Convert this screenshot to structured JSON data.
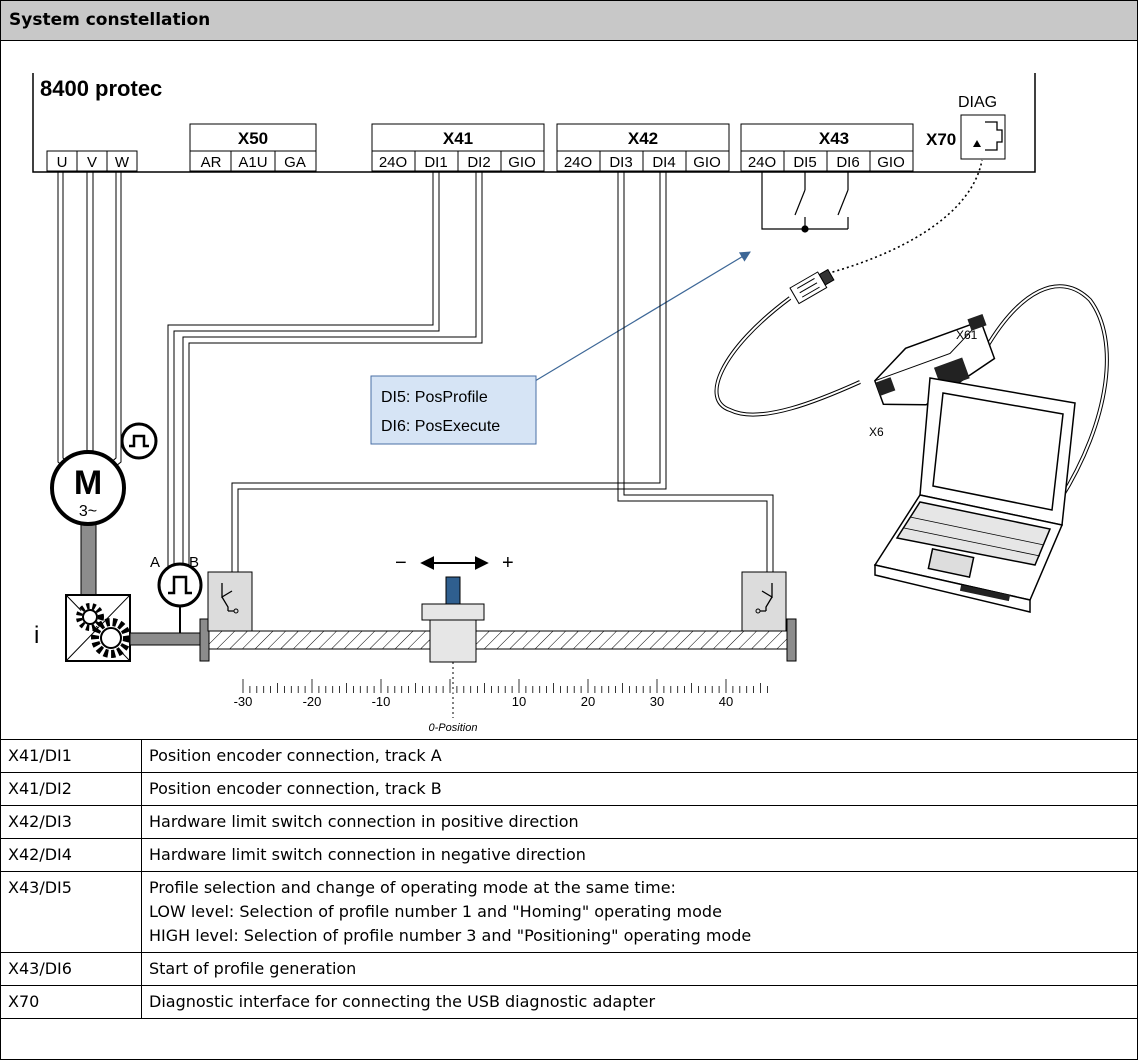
{
  "header": {
    "title": "System constellation"
  },
  "device": {
    "name": "8400 protec"
  },
  "terminals": {
    "motor": {
      "pins": [
        "U",
        "V",
        "W"
      ]
    },
    "x50": {
      "label": "X50",
      "pins": [
        "AR",
        "A1U",
        "GA"
      ]
    },
    "x41": {
      "label": "X41",
      "pins": [
        "24O",
        "DI1",
        "DI2",
        "GIO"
      ]
    },
    "x42": {
      "label": "X42",
      "pins": [
        "24O",
        "DI3",
        "DI4",
        "GIO"
      ]
    },
    "x43": {
      "label": "X43",
      "pins": [
        "24O",
        "DI5",
        "DI6",
        "GIO"
      ]
    },
    "x70": {
      "label": "X70",
      "diag": "DIAG"
    }
  },
  "callout": {
    "line1": "DI5: PosProfile",
    "line2": "DI6: PosExecute"
  },
  "adapter": {
    "x61": "X61",
    "x6": "X6"
  },
  "motor": {
    "symbol": "M",
    "phase": "3~"
  },
  "gear": {
    "label": "i"
  },
  "encoder": {
    "track_a": "A",
    "track_b": "B"
  },
  "direction": {
    "minus": "−",
    "plus": "+"
  },
  "scale": {
    "ticks": [
      "-30",
      "-20",
      "-10",
      "10",
      "20",
      "30",
      "40"
    ],
    "zero_label": "0-Position"
  },
  "table": [
    {
      "key": "X41/DI1",
      "lines": [
        "Position encoder connection, track A"
      ]
    },
    {
      "key": "X41/DI2",
      "lines": [
        "Position encoder connection, track B"
      ]
    },
    {
      "key": "X42/DI3",
      "lines": [
        "Hardware limit switch connection in positive direction"
      ]
    },
    {
      "key": "X42/DI4",
      "lines": [
        "Hardware limit switch connection in negative direction"
      ]
    },
    {
      "key": "X43/DI5",
      "lines": [
        "Profile selection and change of operating mode at the same time:",
        "LOW level: Selection of profile number 1 and \"Homing\" operating mode",
        "HIGH level: Selection of profile number 3 and \"Positioning\" operating mode"
      ]
    },
    {
      "key": "X43/DI6",
      "lines": [
        "Start of profile generation"
      ]
    },
    {
      "key": "X70",
      "lines": [
        "Diagnostic interface for connecting the USB diagnostic adapter"
      ]
    }
  ],
  "colors": {
    "header_bg": "#c8c8c8",
    "callout_bg": "#d6e4f5",
    "callout_border": "#4a6fa5",
    "arrow": "#3d6797",
    "motor_shaft": "#8c8c8c",
    "encoder_knob": "#2f5f8f"
  }
}
